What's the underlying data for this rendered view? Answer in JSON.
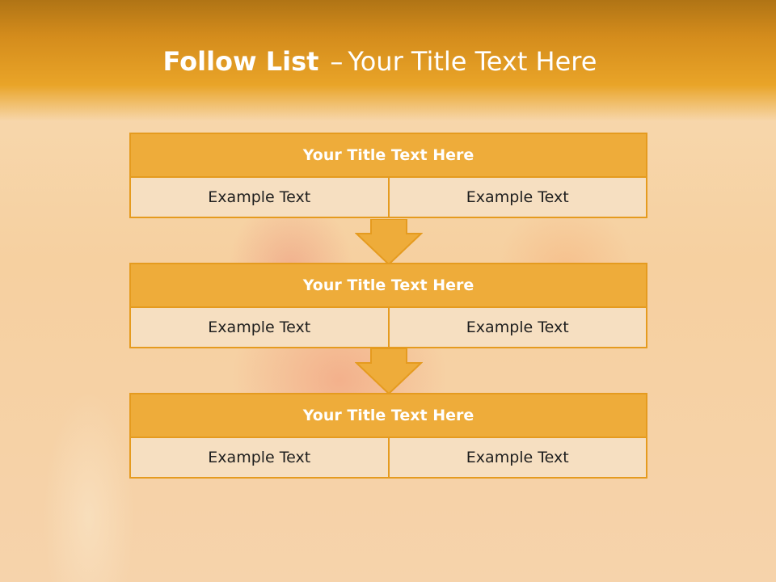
{
  "slide": {
    "title_bold": "Follow List",
    "title_dash": "–",
    "title_rest": "Your Title Text Here"
  },
  "blocks": [
    {
      "title": "Your Title Text Here",
      "left": "Example Text",
      "right": "Example Text"
    },
    {
      "title": "Your Title Text Here",
      "left": "Example Text",
      "right": "Example Text"
    },
    {
      "title": "Your Title Text Here",
      "left": "Example Text",
      "right": "Example Text"
    }
  ],
  "colors": {
    "header": "#e9a428",
    "block_header": "#eeac3a",
    "block_border": "#e59b1f",
    "cell_fill": "#f6dfc1",
    "arrow": "#eeac3a"
  }
}
